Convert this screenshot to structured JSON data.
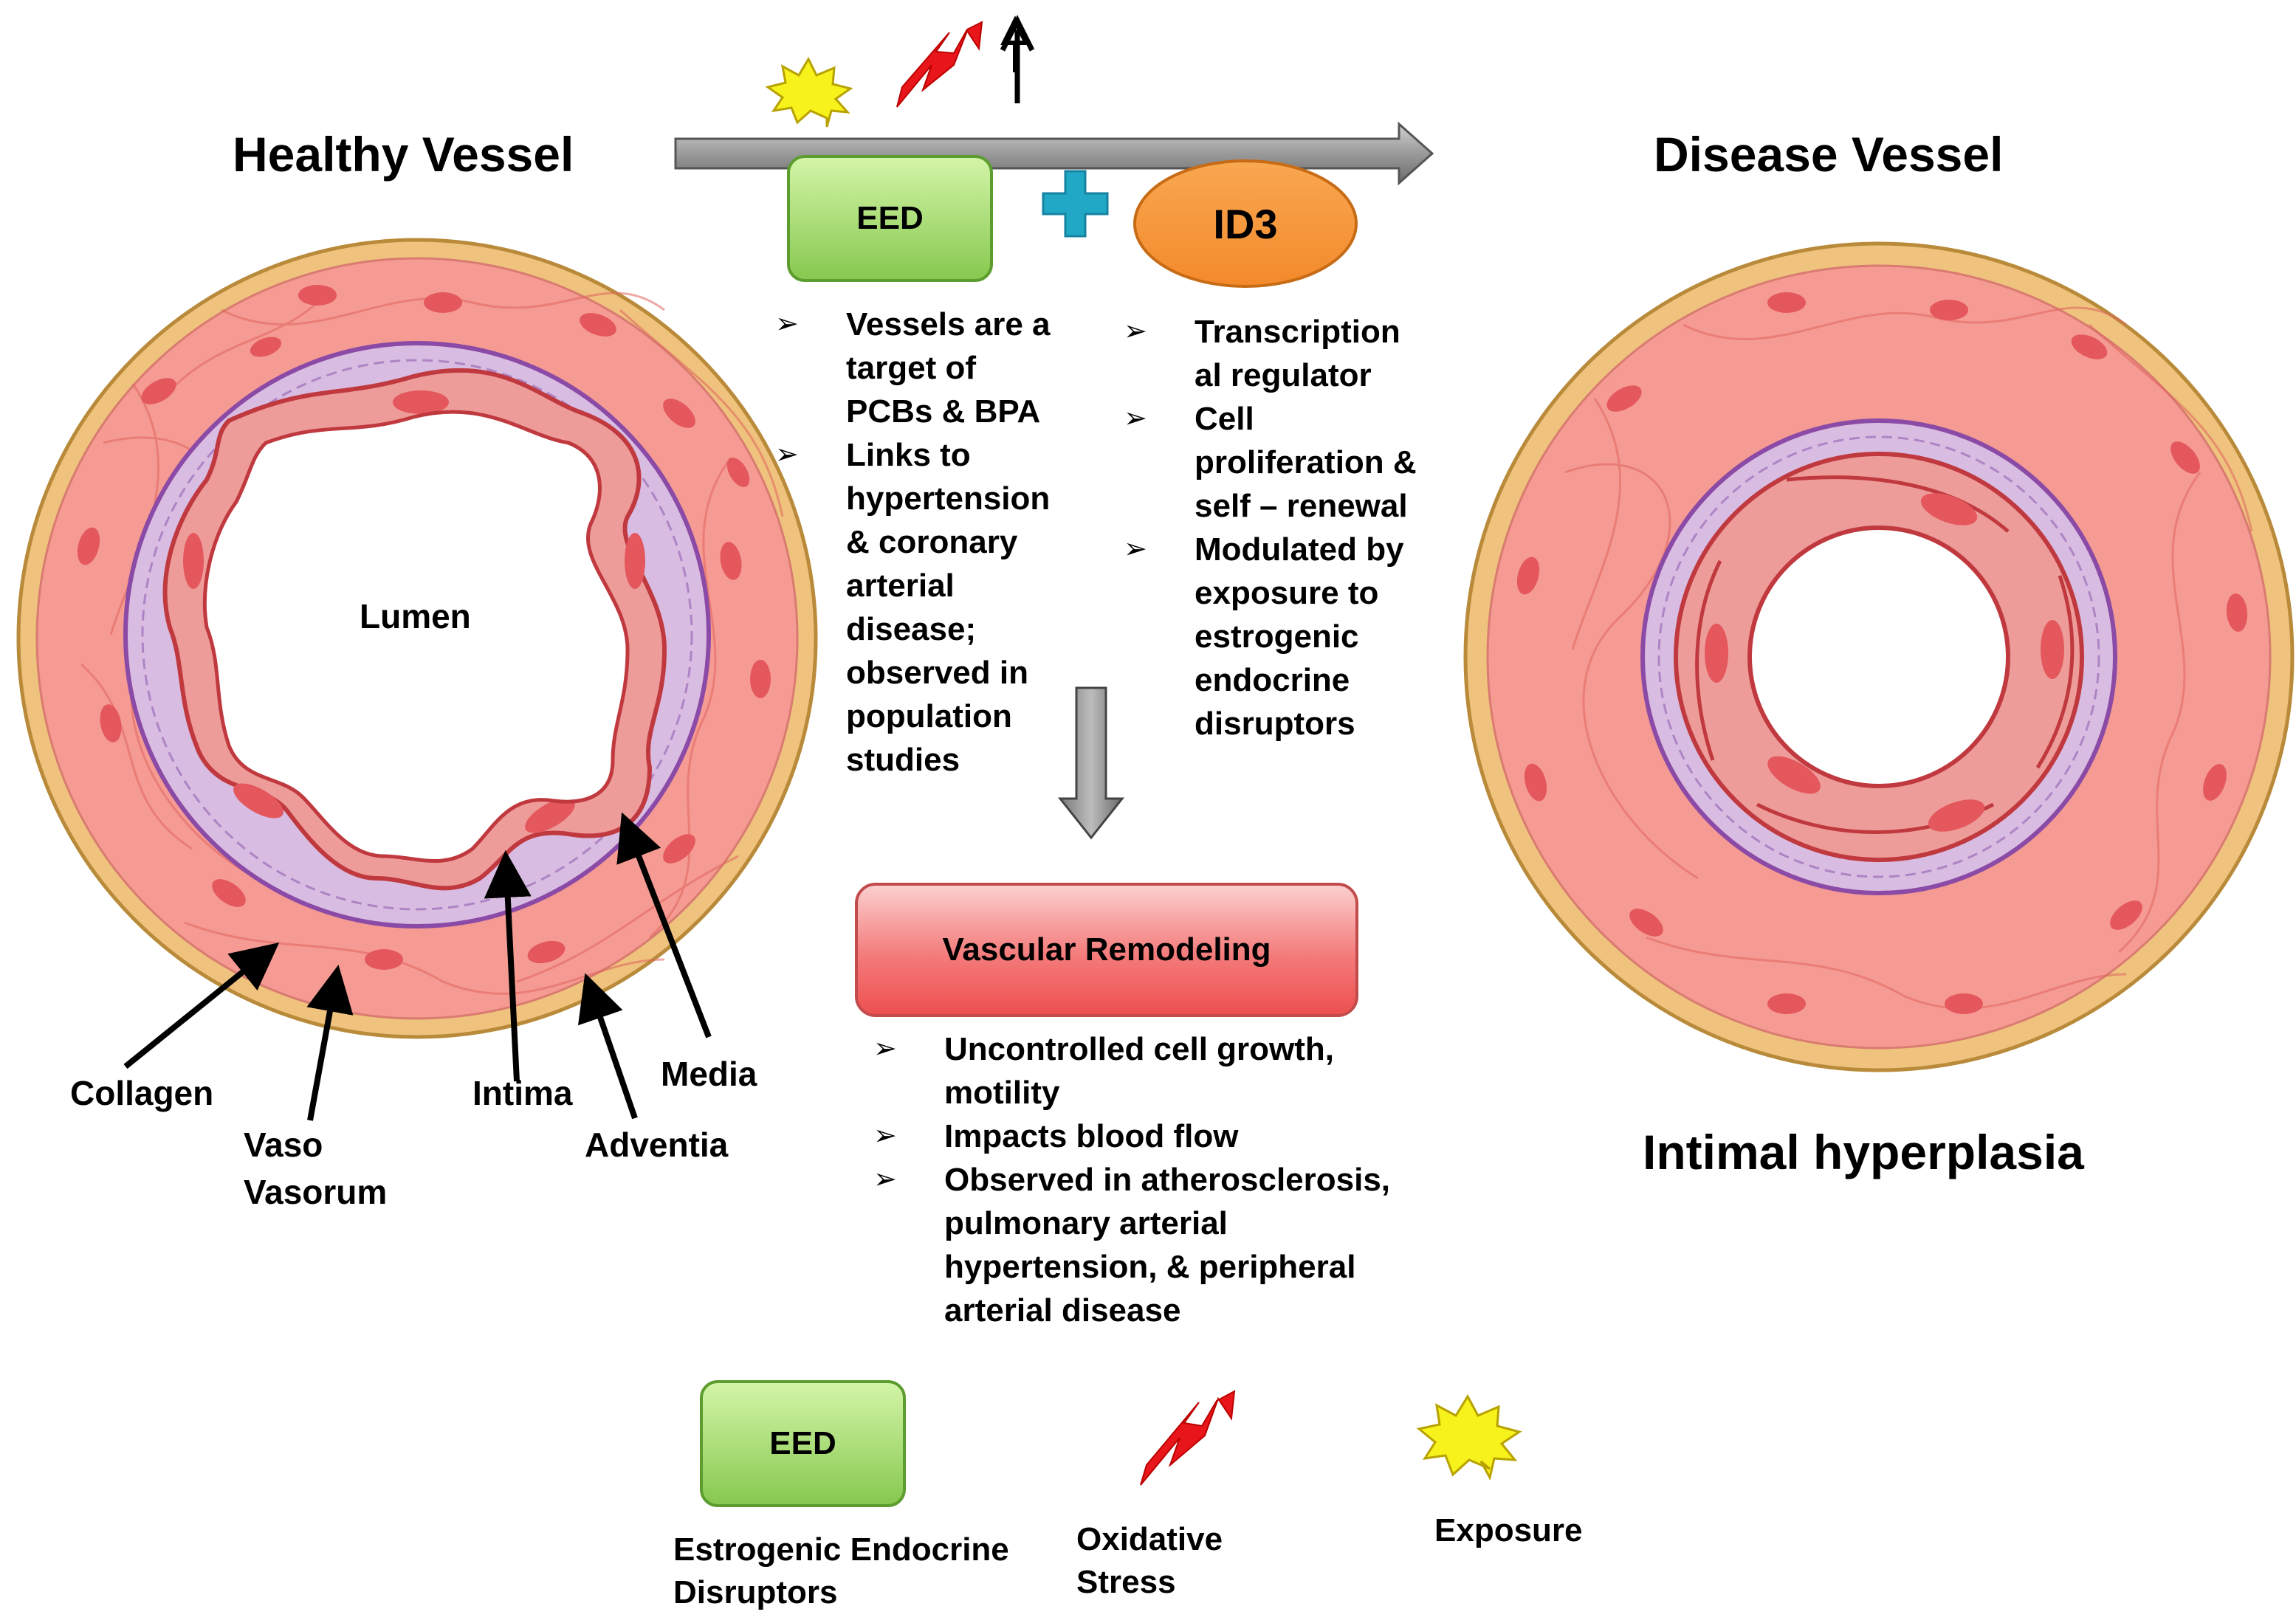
{
  "titles": {
    "healthy": "Healthy Vessel",
    "disease": "Disease Vessel",
    "hyperplasia": "Intimal hyperplasia"
  },
  "boxes": {
    "eed_top": "EED",
    "id3": "ID3",
    "remodeling": "Vascular Remodeling"
  },
  "healthy_labels": {
    "lumen": "Lumen",
    "collagen": "Collagen",
    "vaso_line1": "Vaso",
    "vaso_line2": "Vasorum",
    "intima": "Intima",
    "media": "Media",
    "adventia": "Adventia"
  },
  "eed_bullets": [
    "Vessels are a target of PCBs & BPA",
    "Links to hypertension & coronary arterial disease; observed in population studies"
  ],
  "id3_bullets": [
    "Transcription al regulator",
    "Cell proliferation & self – renewal",
    "Modulated by exposure to estrogenic endocrine disruptors"
  ],
  "remodeling_bullets": [
    "Uncontrolled cell growth, motility",
    "Impacts blood flow",
    "Observed in atherosclerosis, pulmonary arterial hypertension, & peripheral arterial disease"
  ],
  "legend": {
    "eed_box": "EED",
    "eed_line1": "Estrogenic Endocrine",
    "eed_line2": "Disruptors",
    "oxidative_line1": "Oxidative",
    "oxidative_line2": "Stress",
    "exposure": "Exposure"
  },
  "colors": {
    "adventitia": "#EFC27E",
    "adventitia_edge": "#B88A3A",
    "media": "#F59B93",
    "internal_elastic": "#D8BCE2",
    "elastic_edge": "#8A4AA5",
    "intima": "#EE9C9A",
    "intima_edge": "#C0393E",
    "nucleus": "#E4575D",
    "eed_green": "#9ED76B",
    "id3_orange": "#F79A3D",
    "remodeling_red": "#F26B6B",
    "plus_teal": "#21A8C6",
    "lightning_red": "#E8161A",
    "exposure_yellow": "#F7F21C"
  },
  "icons": [
    "lightning-bolt-icon",
    "up-arrow-icon",
    "starburst-icon",
    "plus-icon",
    "down-arrow-icon"
  ]
}
